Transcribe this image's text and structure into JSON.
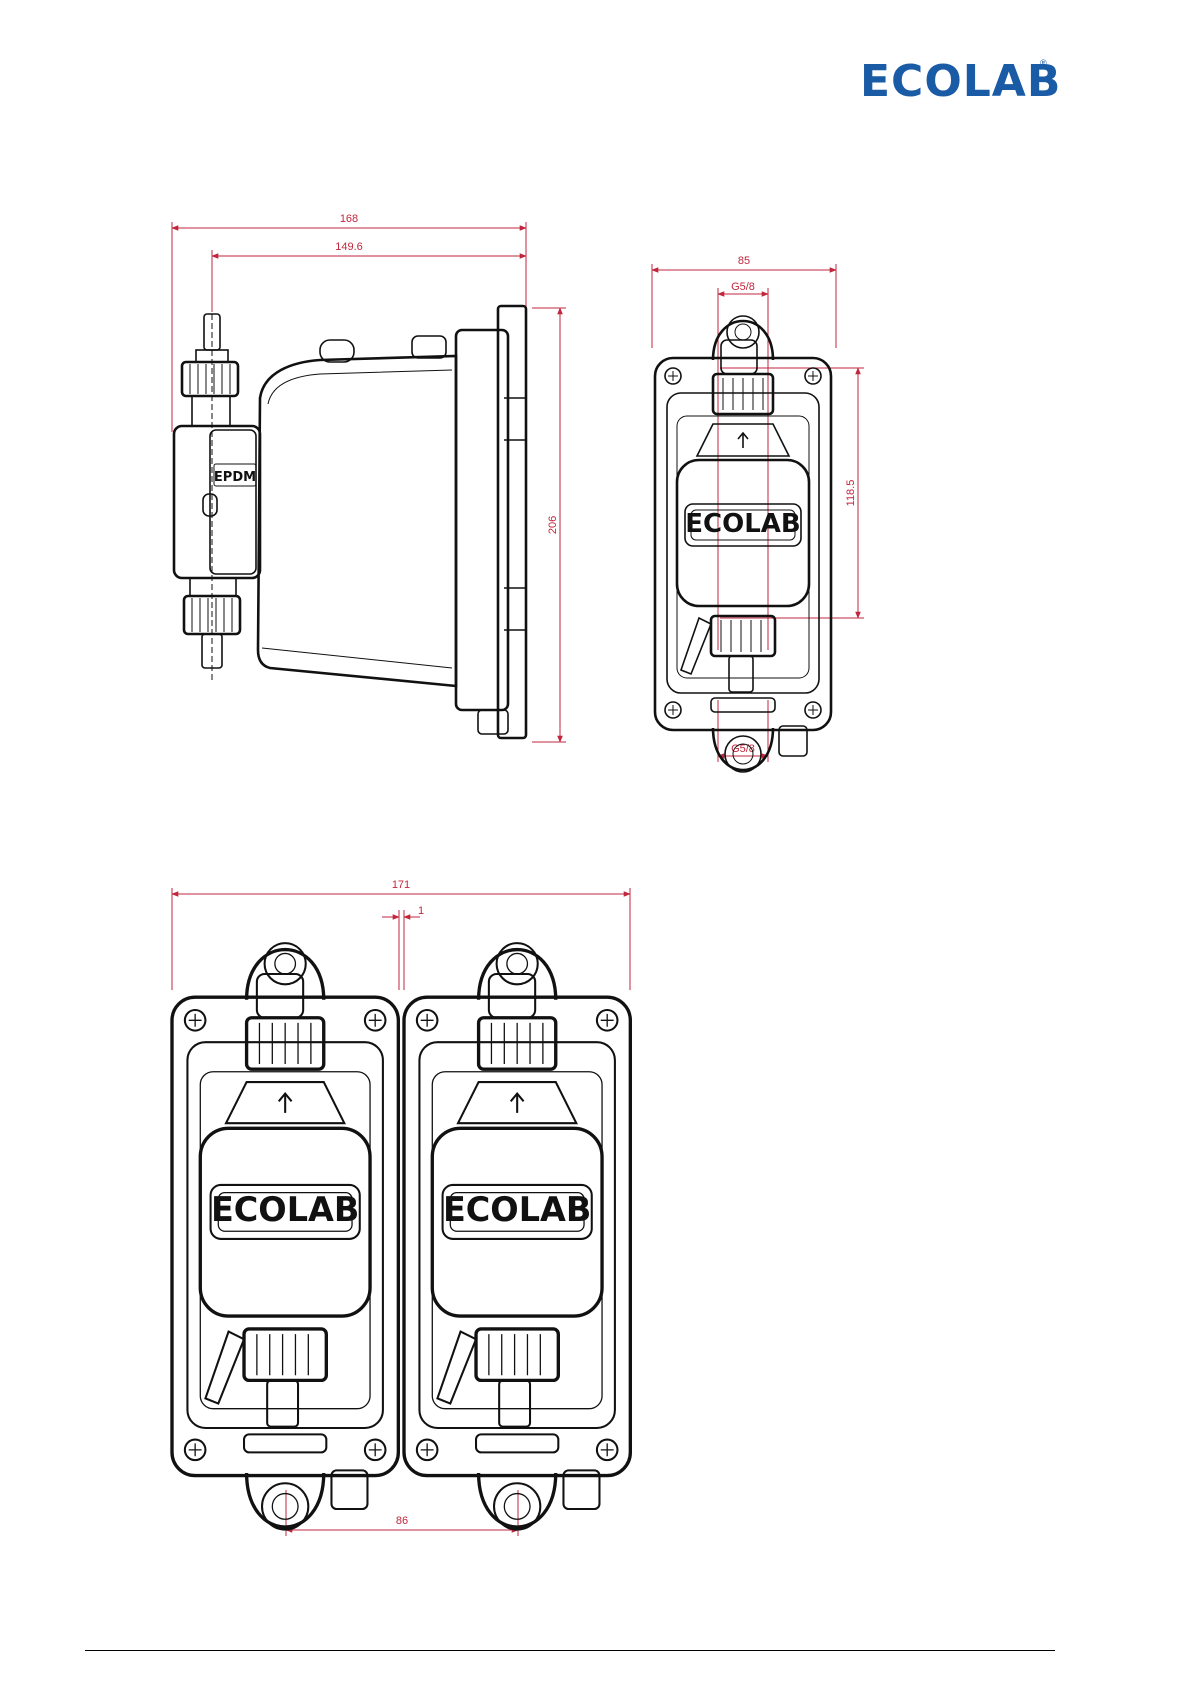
{
  "brand": {
    "logo_text": "ECOLAB",
    "registered_mark": "®",
    "color": "#1a5ba6"
  },
  "colors": {
    "dimension": "#c0273d",
    "outline": "#111111"
  },
  "side_view": {
    "dim_total_width": "168",
    "dim_inner_width": "149.6",
    "dim_height": "206",
    "label_material": "EPDM"
  },
  "front_view": {
    "dim_width": "85",
    "dim_top_port": "G5/8",
    "dim_port_spacing": "118.5",
    "dim_bottom_port": "G5/8",
    "label_brand": "ECOLAB"
  },
  "dual_view": {
    "dim_total_width": "171",
    "dim_gap": "1",
    "dim_center_spacing": "86",
    "label_brand_left": "ECOLAB",
    "label_brand_right": "ECOLAB"
  }
}
